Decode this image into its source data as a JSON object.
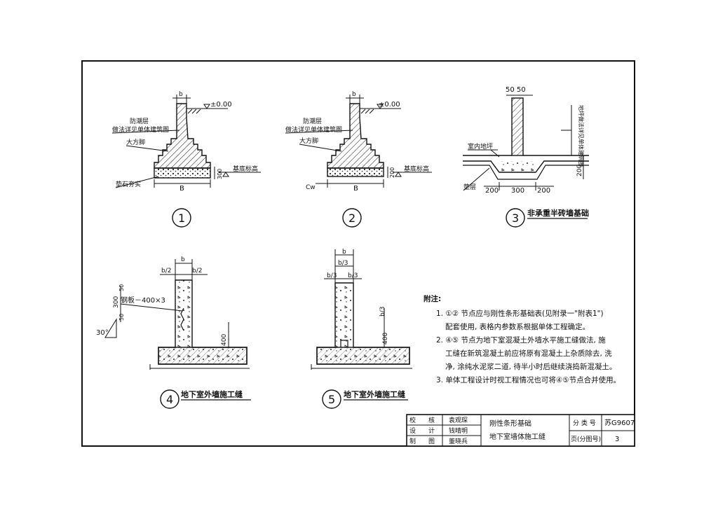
{
  "detail1": {
    "dim_b": "b",
    "elev": "±0.00",
    "label_fcc_1": "防潮层",
    "label_fcc_2": "做法详见单体建筑图",
    "label_dfj": "大方脚",
    "label_base": "垫石夯实",
    "label_jdbg": "基底标高",
    "dim_300": "300",
    "dim_B": "B",
    "number": "1"
  },
  "detail2": {
    "dim_b": "b",
    "elev": "±0.00",
    "label_fcc_1": "防潮层",
    "label_fcc_2": "做法详见单体建筑图",
    "label_dfj": "大方脚",
    "label_jdbg": "基底标高",
    "dim_200": "200",
    "dim_cw": "Cw",
    "dim_B": "B",
    "number": "2"
  },
  "detail3": {
    "dim_top": "50 50",
    "label_floor": "室内地坪",
    "label_side": "地坪做法详见单体建筑图",
    "label_cushion": "垫层",
    "dim_200v": "200",
    "dim_w1": "200",
    "dim_w2": "300",
    "dim_w3": "200",
    "number": "3",
    "caption": "非承重半砖墙基础"
  },
  "detail4": {
    "dim_b": "b",
    "dim_left": "b/2",
    "dim_right": "b/2",
    "label_plate": "钢板－400×3",
    "dim_300": "300",
    "dim_50a": "50",
    "dim_50b": "50",
    "angle": "30°",
    "dim_400": "400",
    "number": "4",
    "caption": "地下室外墙施工缝"
  },
  "detail5": {
    "dim_b": "b",
    "dim_mid": "b/3",
    "dim_left": "b/3",
    "dim_right": "b/3",
    "dim_b3": "b/3",
    "dim_400": "400",
    "number": "5",
    "caption": "地下室外墙施工缝"
  },
  "notes": {
    "title": "附注:",
    "items": [
      "1. ①② 节点应与刚性条形基础表(见附录一\"附表1\")",
      "配套使用, 表格内参数系根据单体工程确定。",
      "2. ④⑤ 节点为地下室混凝土外墙水平施工缝做法, 施",
      "工缝在新筑混凝土前应将原有混凝土上杂质除去, 洗",
      "净, 涂纯水泥浆二道, 待半小时后继续浇捣新混凝土。",
      "3. 单体工程设计时视工程情况也可将④⑤节点合并使用。"
    ]
  },
  "title_block": {
    "role1": "校　　核",
    "name1": "袁观琛",
    "role2": "设　　计",
    "name2": "钱晴明",
    "role3": "制　　图",
    "name3": "董晓兵",
    "title_line1": "刚性条形基础",
    "title_line2": "地下室墙体施工缝",
    "label_cat": "分 类 号",
    "cat_no": "苏G9607",
    "label_page": "页(分图号)",
    "page_no": "3"
  }
}
